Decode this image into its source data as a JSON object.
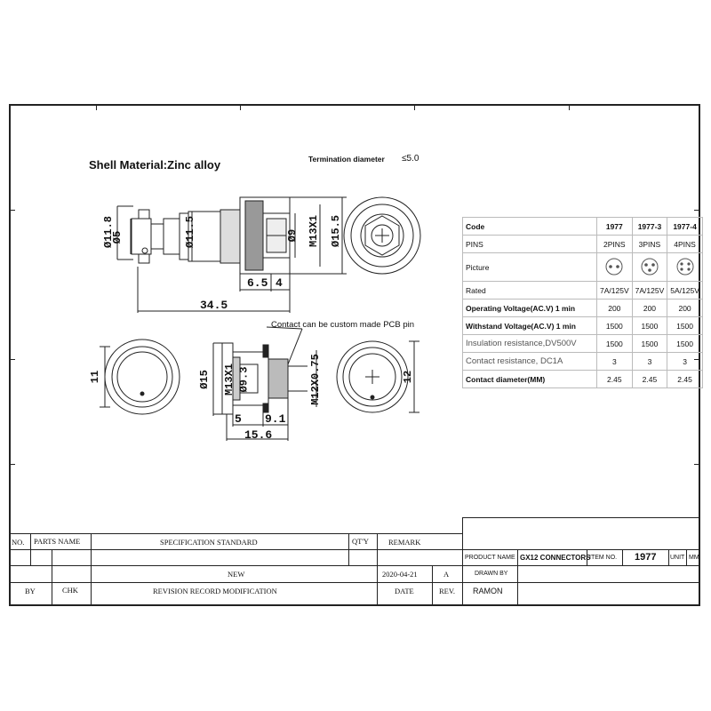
{
  "drawing": {
    "shell_material": "Shell Material:Zinc alloy",
    "termination_label": "Termination diameter",
    "termination_value": "≤5.0",
    "pcb_note": "Contact can be custom made PCB pin",
    "dims": {
      "d11_8": "Ø11.8",
      "d5": "Ø5",
      "d11_5": "Ø11.5",
      "d9": "Ø9",
      "m13x1_top": "M13X1",
      "d15_5": "Ø15.5",
      "d6_5": "6.5",
      "d4": "4",
      "d34_5": "34.5",
      "d11": "11",
      "d15": "Ø15",
      "m13x1_bot": "M13X1",
      "d9_3": "Ø9.3",
      "m12x075": "M12X0.75",
      "d12": "12",
      "d5_bot": "5",
      "d9_1": "9.1",
      "d15_6": "15.6"
    }
  },
  "spec_table": {
    "headers": [
      "Code",
      "1977",
      "1977-3",
      "1977-4"
    ],
    "rows": [
      {
        "label": "PINS",
        "values": [
          "2PINS",
          "3PINS",
          "4PINS"
        ]
      },
      {
        "label": "Picture",
        "values": [
          "",
          "",
          ""
        ]
      },
      {
        "label": "Rated",
        "values": [
          "7A/125V",
          "7A/125V",
          "5A/125V"
        ]
      },
      {
        "label": "Operating Voltage(AC.V) 1 min",
        "values": [
          "200",
          "200",
          "200"
        ]
      },
      {
        "label": "Withstand Voltage(AC.V) 1 min",
        "values": [
          "1500",
          "1500",
          "1500"
        ]
      },
      {
        "label": "Insulation resistance,DV500V",
        "values": [
          "1500",
          "1500",
          "1500"
        ]
      },
      {
        "label": "Contact resistance, DC1A",
        "values": [
          "3",
          "3",
          "3"
        ]
      },
      {
        "label": "Contact diameter(MM)",
        "values": [
          "2.45",
          "2.45",
          "2.45"
        ]
      }
    ]
  },
  "title_block": {
    "no": "NO.",
    "parts_name": "PARTS NAME",
    "spec_standard": "SPECIFICATION STANDARD",
    "qty": "QT'Y",
    "remark": "REMARK",
    "new": "NEW",
    "date_value": "2020-04-21",
    "rev_value": "A",
    "by": "BY",
    "chk": "CHK",
    "revision_record": "REVISION RECORD MODIFICATION",
    "date": "DATE",
    "rev": "REV.",
    "product_name_label": "PRODUCT NAME",
    "product_name": "GX12 CONNECTORS",
    "item_no_label": "ITEM NO.",
    "item_no": "1977",
    "unit_label": "UNIT",
    "unit": "MM",
    "drawn_by_label": "DRAWN BY",
    "drawn_by": "RAMON"
  }
}
